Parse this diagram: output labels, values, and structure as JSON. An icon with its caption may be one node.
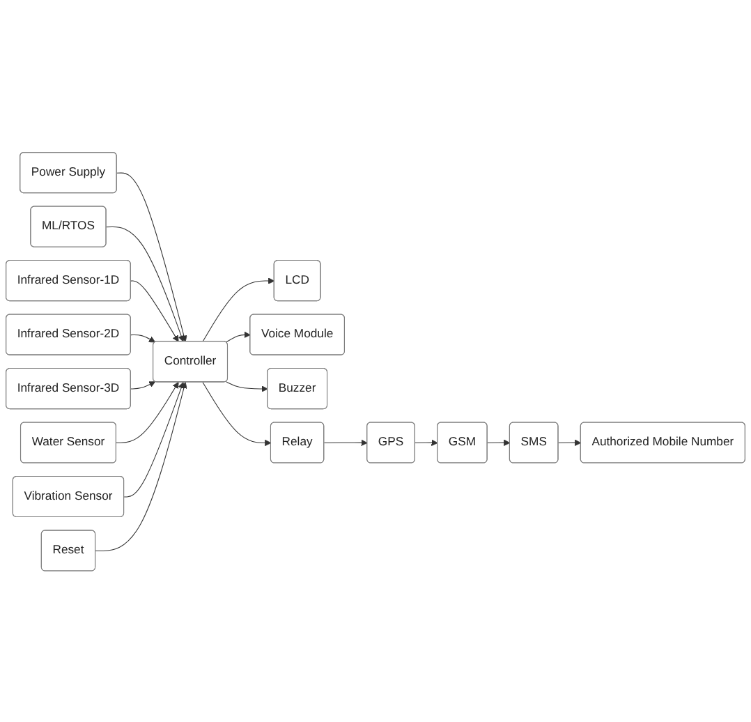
{
  "diagram": {
    "nodes": [
      {
        "text": [
          "Power Supply"
        ]
      },
      {
        "text": [
          "ML/RTOS"
        ]
      },
      {
        "text": [
          "Infrared Sensor-1D"
        ]
      },
      {
        "text": [
          "Infrared Sensor-2D"
        ]
      },
      {
        "text": [
          "Infrared Sensor-3D"
        ]
      },
      {
        "text": [
          "Water Sensor"
        ]
      },
      {
        "text": [
          "Vibration Sensor"
        ]
      },
      {
        "text": [
          "Controller"
        ]
      },
      {
        "text": [
          "LCD"
        ]
      },
      {
        "text": [
          "Voice Module"
        ]
      },
      {
        "text": [
          "Buzzer"
        ]
      },
      {
        "text": [
          "Relay"
        ]
      },
      {
        "text": [
          "GPS"
        ]
      },
      {
        "text": [
          "GSM"
        ]
      },
      {
        "text": [
          "SMS"
        ]
      },
      {
        "text": [
          "Authorized Mobile Number"
        ]
      },
      {
        "text": [
          "Reset"
        ]
      }
    ],
    "edges": [
      {
        "from": 0,
        "to": 7,
        "arrow": "to"
      },
      {
        "from": 1,
        "to": 7,
        "arrow": "to"
      },
      {
        "from": 2,
        "to": 7,
        "arrow": "to"
      },
      {
        "from": 3,
        "to": 7,
        "arrow": "to"
      },
      {
        "from": 4,
        "to": 7,
        "arrow": "to"
      },
      {
        "from": 5,
        "to": 7,
        "arrow": "to"
      },
      {
        "from": 6,
        "to": 7,
        "arrow": "to"
      },
      {
        "from": 16,
        "to": 7,
        "arrow": "to"
      },
      {
        "from": 7,
        "to": 8,
        "arrow": "to"
      },
      {
        "from": 7,
        "to": 9,
        "arrow": "to"
      },
      {
        "from": 7,
        "to": 10,
        "arrow": "to"
      },
      {
        "from": 7,
        "to": 11,
        "arrow": "to"
      },
      {
        "from": 11,
        "to": 12,
        "arrow": "to"
      },
      {
        "from": 12,
        "to": 13,
        "arrow": "to"
      },
      {
        "from": 13,
        "to": 14,
        "arrow": "to"
      },
      {
        "from": 14,
        "to": 15,
        "arrow": "to"
      }
    ]
  }
}
